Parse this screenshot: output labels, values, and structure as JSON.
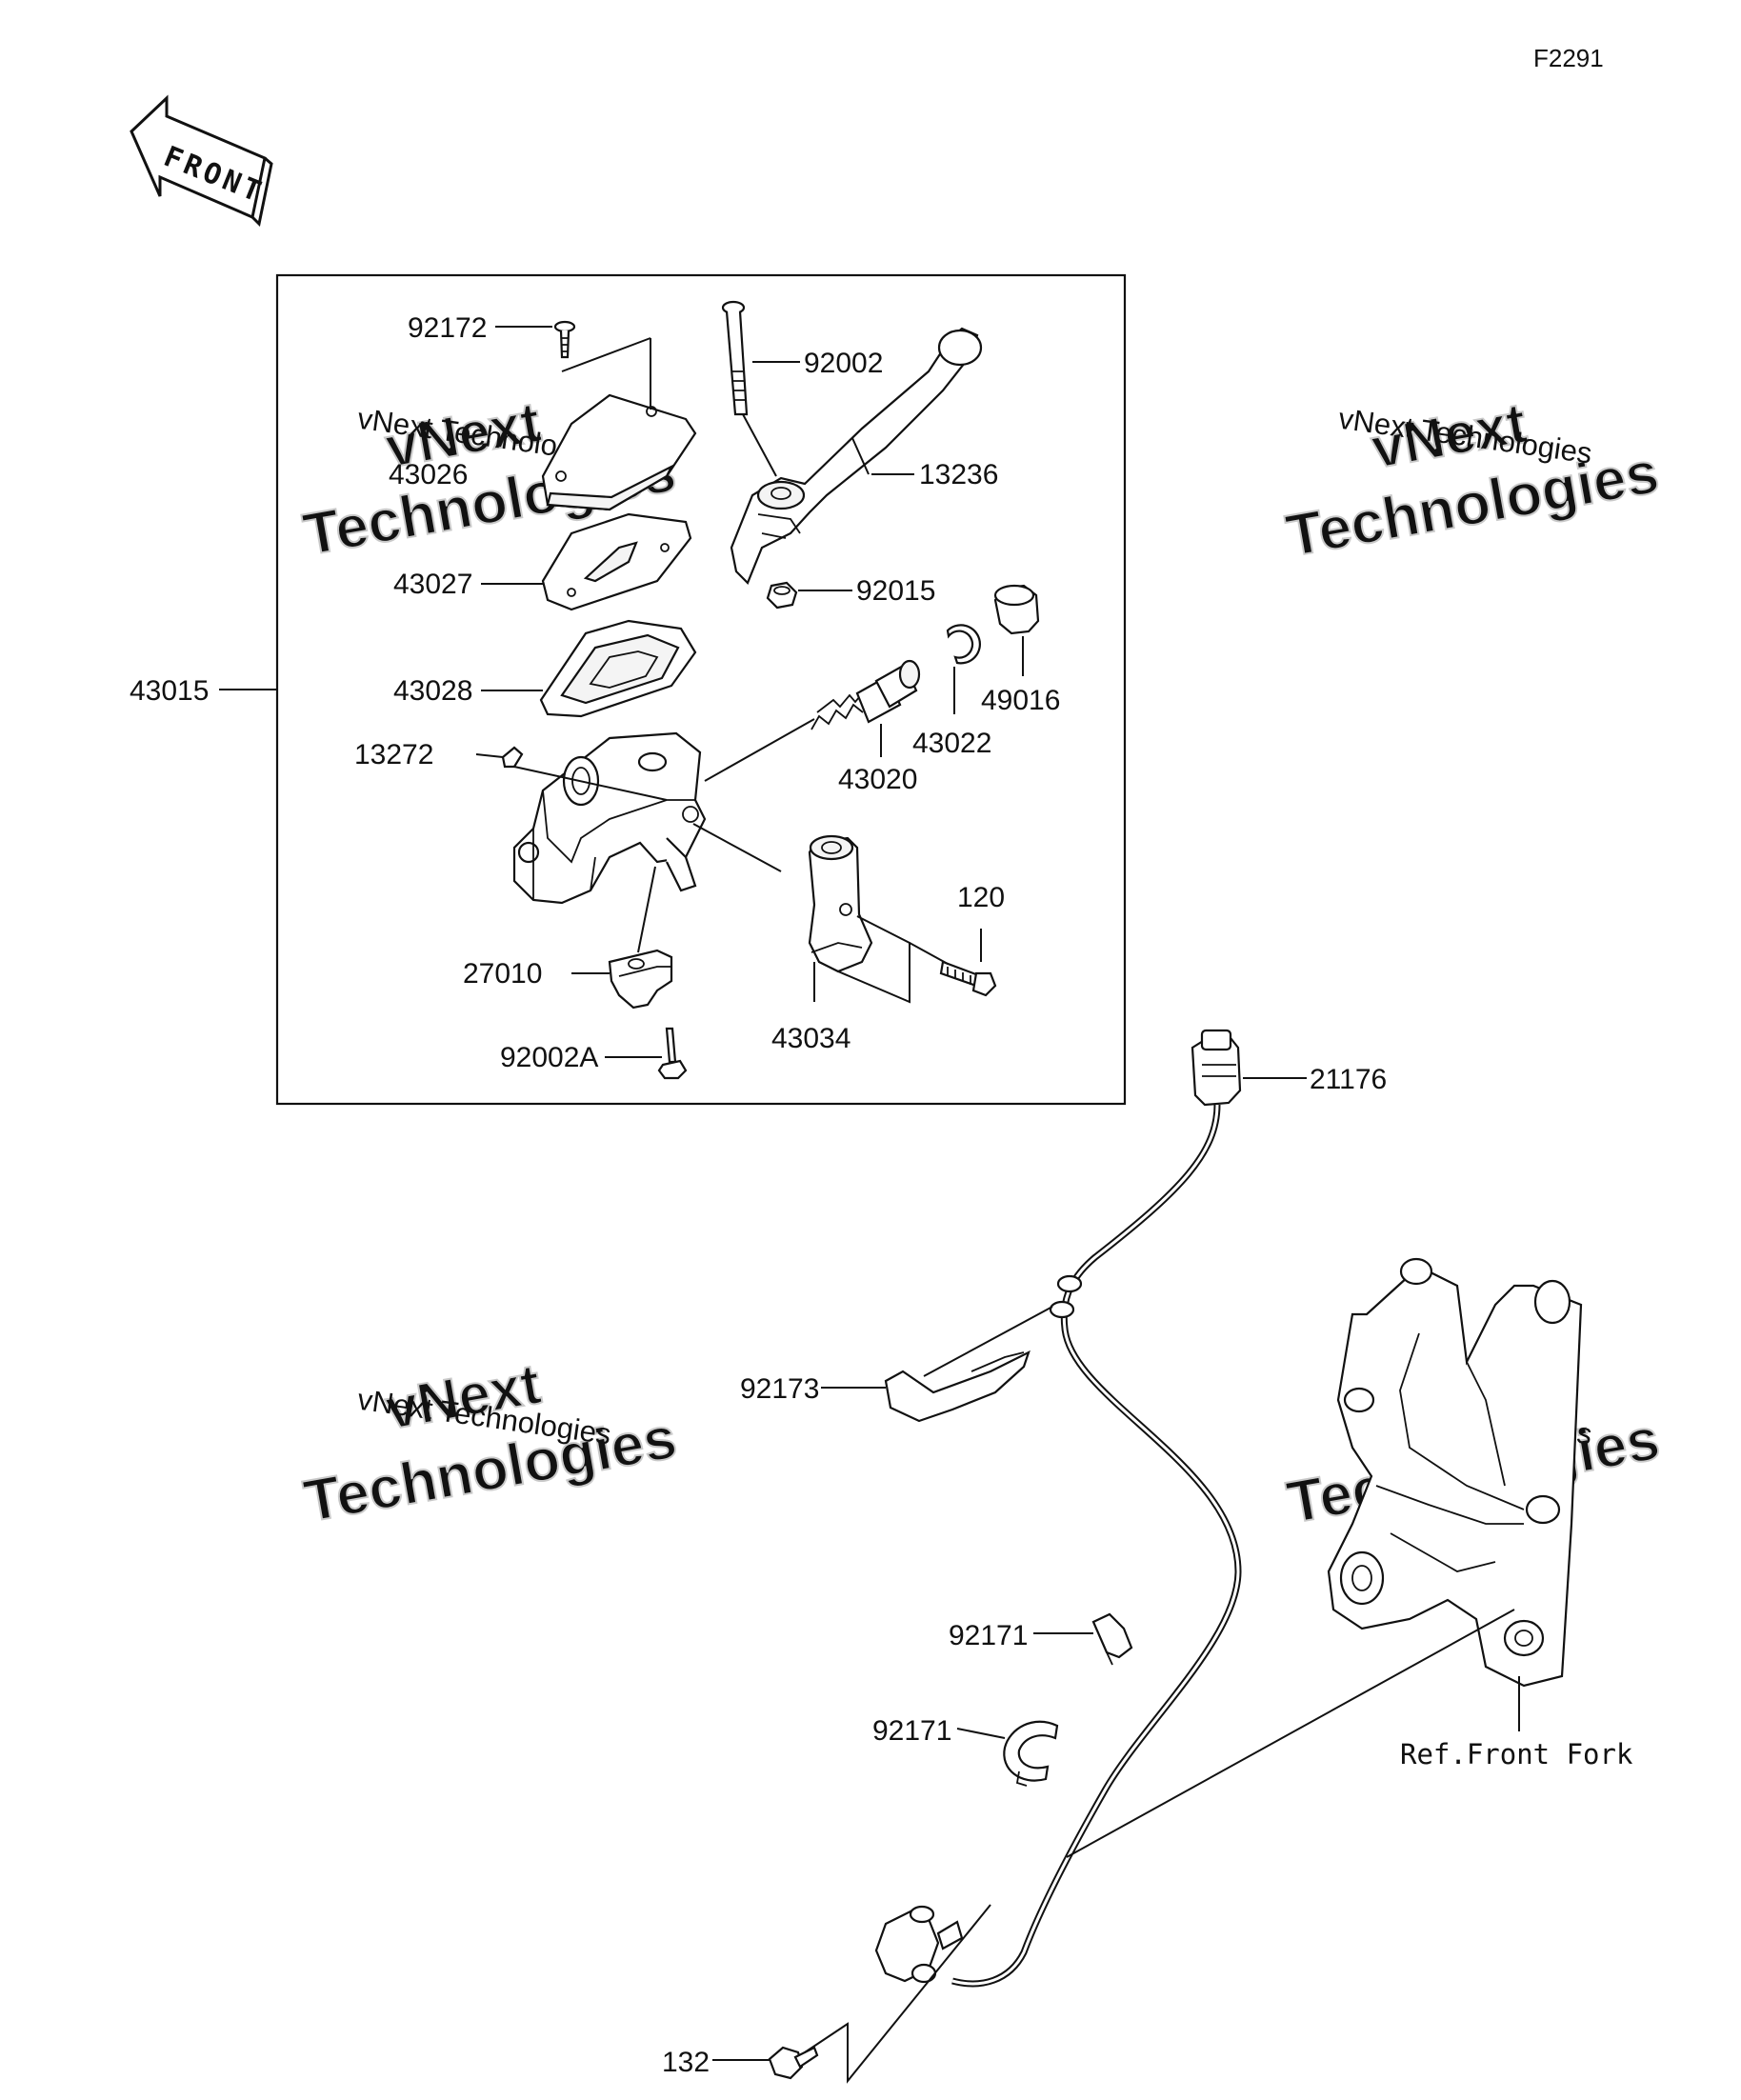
{
  "figure_code": "F2291",
  "front_label": "FRONT",
  "callouts": {
    "c43015": "43015",
    "c92172": "92172",
    "c43026": "43026",
    "c43027": "43027",
    "c43028": "43028",
    "c13272": "13272",
    "c27010": "27010",
    "c92002A": "92002A",
    "c92002": "92002",
    "c13236": "13236",
    "c92015": "92015",
    "c49016": "49016",
    "c43022": "43022",
    "c43020": "43020",
    "c120": "120",
    "c43034": "43034",
    "c21176": "21176",
    "c92173": "92173",
    "c92171a": "92171",
    "c92171b": "92171",
    "c132": "132",
    "ref_front_fork": "Ref.Front Fork"
  },
  "watermark": {
    "line1": "vNext Technologies",
    "line2": "vNext",
    "line3": "Technologies"
  },
  "colors": {
    "line": "#111111",
    "watermark_outline": "#c9c9c9",
    "background": "#ffffff"
  }
}
